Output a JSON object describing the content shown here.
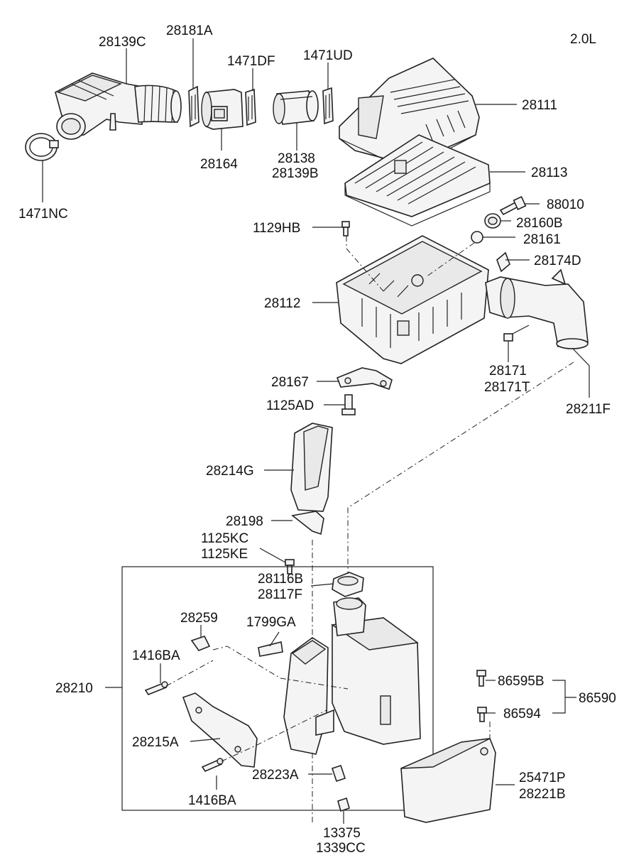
{
  "variant": "2.0L",
  "labels": {
    "p28139C": "28139C",
    "p28181A": "28181A",
    "p1471DF": "1471DF",
    "p1471UD": "1471UD",
    "p28111": "28111",
    "p28113": "28113",
    "p28164": "28164",
    "p28138": "28138",
    "p28139B": "28139B",
    "p1471NC": "1471NC",
    "p88010": "88010",
    "p28160B": "28160B",
    "p1129HB": "1129HB",
    "p28161": "28161",
    "p28174D": "28174D",
    "p28112": "28112",
    "p28171": "28171",
    "p28171T": "28171T",
    "p28167": "28167",
    "p28211F": "28211F",
    "p1125AD": "1125AD",
    "p28214G": "28214G",
    "p28198": "28198",
    "p1125KC": "1125KC",
    "p1125KE": "1125KE",
    "p28116B": "28116B",
    "p28117F": "28117F",
    "p28259": "28259",
    "p1799GA": "1799GA",
    "p1416BA_top": "1416BA",
    "p28210": "28210",
    "p86595B": "86595B",
    "p86590": "86590",
    "p86594": "86594",
    "p28215A": "28215A",
    "p28223A": "28223A",
    "p25471P": "25471P",
    "p28221B": "28221B",
    "p1416BA_bottom": "1416BA",
    "p13375": "13375",
    "p1339CC": "1339CC"
  }
}
